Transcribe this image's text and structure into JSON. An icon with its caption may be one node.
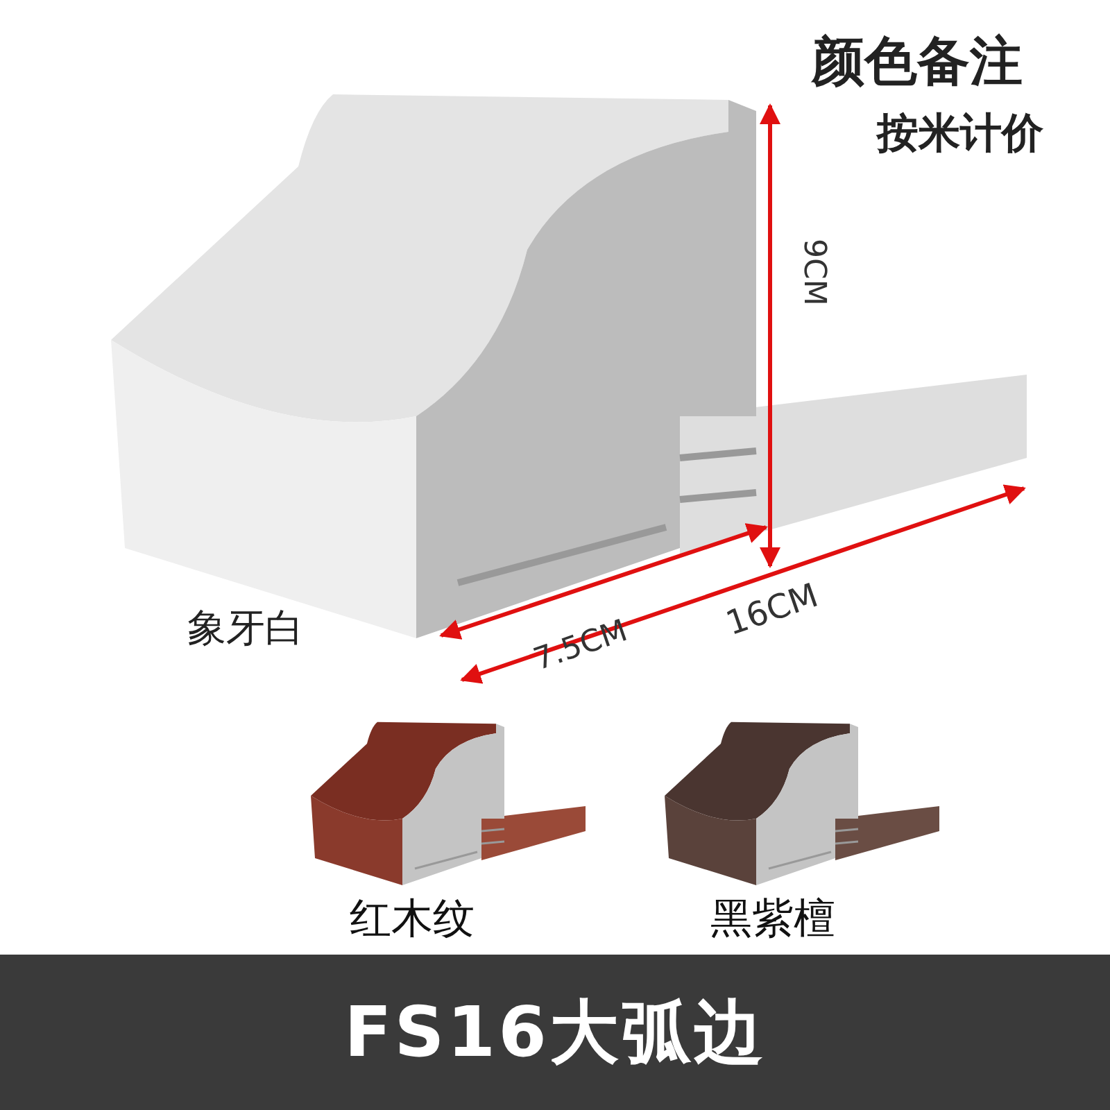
{
  "diagram": {
    "title": "FS16大弧边",
    "labels": [
      "颜色备注",
      "按米计价",
      "9CM",
      "7.5CM",
      "16CM",
      "象牙白",
      "红木纹",
      "黑紫檀"
    ]
  }
}
